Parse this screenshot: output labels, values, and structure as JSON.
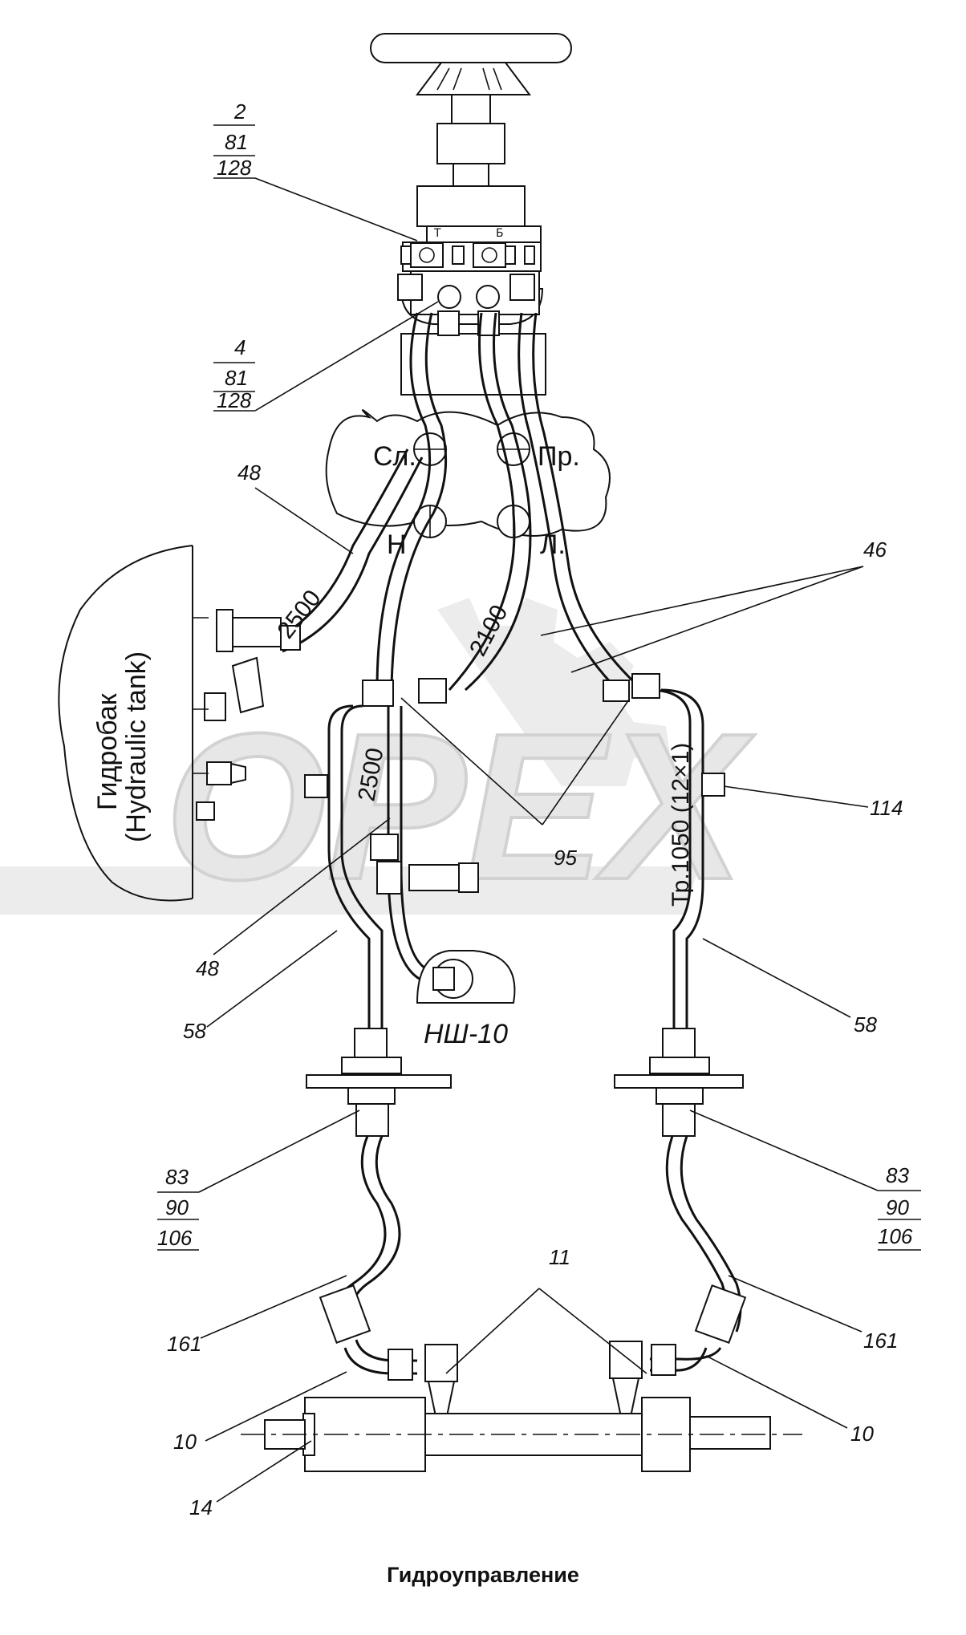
{
  "title": "Гидроуправление",
  "watermark": "OPEX",
  "colors": {
    "line": "#111111",
    "watermark": "#e7e7e7",
    "background": "#ffffff"
  },
  "tank": {
    "line1": "Гидробак",
    "line2": "(Hydraulic tank)"
  },
  "ports": {
    "left_top": "Сл.",
    "right_top": "Пр.",
    "left_bottom": "Н",
    "right_bottom": "Л."
  },
  "pump": "НШ-10",
  "dimensions": {
    "hose_left": "2500",
    "hose_mid": "2500",
    "hose_right": "2100",
    "tube": "Тр.1050 (12×1)"
  },
  "callouts": {
    "stack_top": [
      "2",
      "81",
      "128"
    ],
    "stack_mid": [
      "4",
      "81",
      "128"
    ],
    "stack_left": [
      "83",
      "90",
      "106"
    ],
    "stack_right": [
      "83",
      "90",
      "106"
    ],
    "l48a": "48",
    "l46": "46",
    "l114": "114",
    "l95": "95",
    "l48b": "48",
    "l58a": "58",
    "l58b": "58",
    "l161a": "161",
    "l161b": "161",
    "l11": "11",
    "l10a": "10",
    "l10b": "10",
    "l14": "14"
  }
}
